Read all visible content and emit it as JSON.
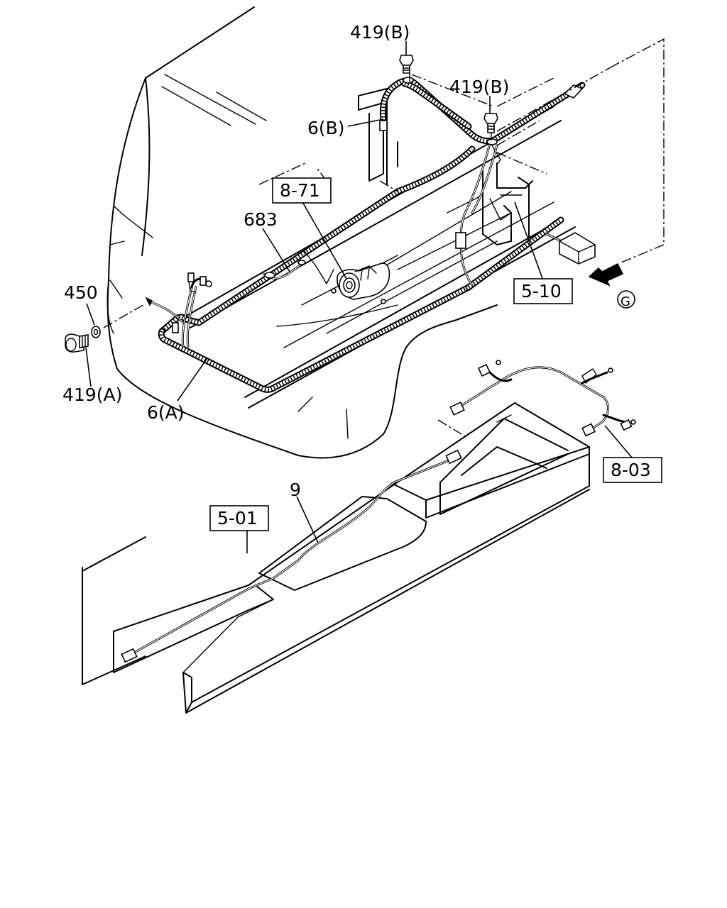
{
  "labels": {
    "bolt_b_top": "419(B)",
    "bolt_b_right": "419(B)",
    "harness_b": "6(B)",
    "ref_8_71": "8-71",
    "part_683": "683",
    "washer": "450",
    "bolt_a": "419(A)",
    "harness_a": "6(A)",
    "ref_5_10": "5-10",
    "view_g": "G",
    "ref_8_03": "8-03",
    "part_9": "9",
    "ref_5_01": "5-01"
  }
}
